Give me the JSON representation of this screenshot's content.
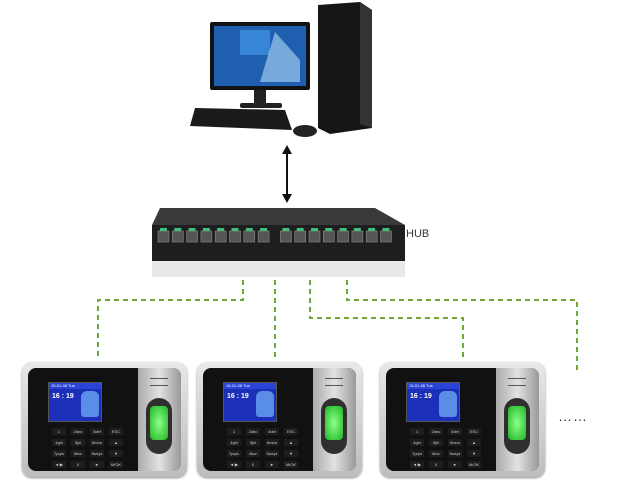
{
  "diagram": {
    "hub_label": "HUB",
    "more_devices": "……",
    "link_color": "#6fa83a",
    "device": {
      "screen_date": "15-01-08 Tue",
      "screen_time": "16 : 19",
      "keys": [
        "1",
        "2abc",
        "3def",
        "ESC",
        "4ghi",
        "5jkl",
        "6mno",
        "▲",
        "7pqrs",
        "8tuv",
        "9wxyz",
        "▼",
        "◄/▶",
        "0",
        "►",
        "M/OK"
      ]
    }
  }
}
